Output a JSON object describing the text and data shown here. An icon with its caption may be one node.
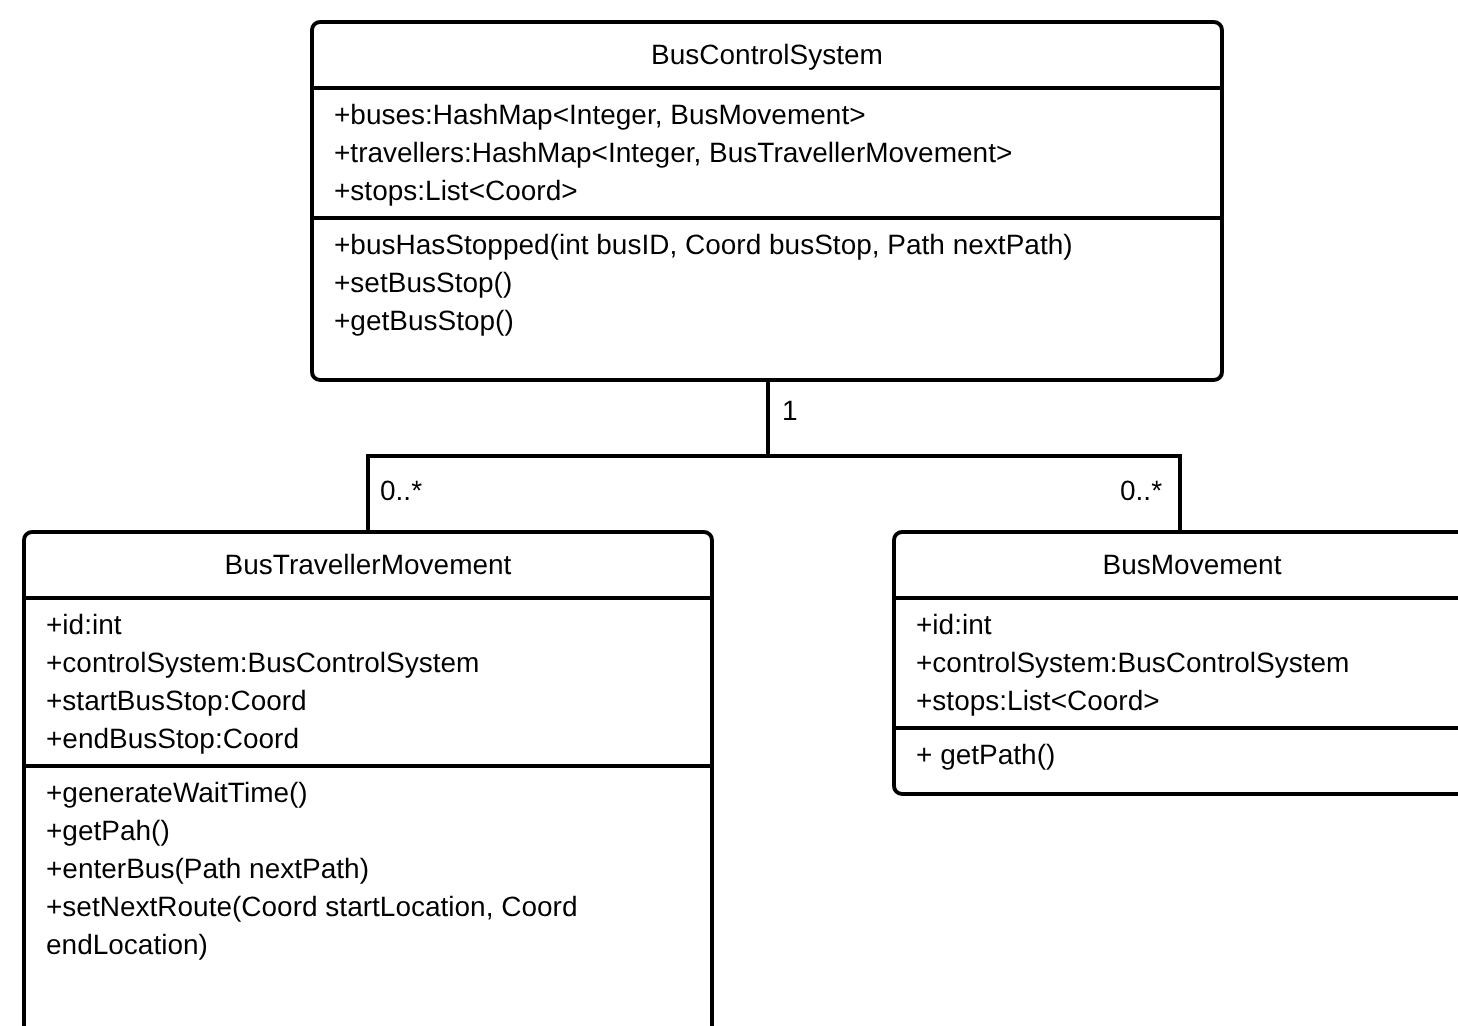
{
  "diagram": {
    "nodes": [
      {
        "text": [
          "BusControlSystem"
        ]
      },
      {
        "text": [
          "+buses:HashMap<Integer, BusMovement>",
          "+travellers:HashMap<Integer, BusTravellerMovement>",
          "+stops:List<Coord>"
        ],
        "in": 0
      },
      {
        "text": [
          "+busHasStopped(int busID, Coord busStop, Path nextPath)",
          "+setBusStop()",
          "+getBusStop()"
        ],
        "in": 0
      },
      {
        "text": [
          "BusTravellerMovement"
        ]
      },
      {
        "text": [
          "+id:int",
          "+controlSystem:BusControlSystem",
          "+startBusStop:Coord",
          "+endBusStop:Coord"
        ],
        "in": 3
      },
      {
        "text": [
          "+generateWaitTime()",
          "+getPah()",
          "+enterBus(Path nextPath)",
          "+setNextRoute(Coord startLocation, Coord endLocation)"
        ],
        "in": 3
      },
      {
        "text": [
          "BusMovement"
        ]
      },
      {
        "text": [
          "+id:int",
          "+controlSystem:BusControlSystem",
          "+stops:List<Coord>"
        ],
        "in": 6
      },
      {
        "text": [
          "+ getPath()"
        ],
        "in": 6
      }
    ],
    "edges": [
      {
        "from": 0,
        "to": 3,
        "arrow": "none"
      },
      {
        "from": 0,
        "to": 6,
        "arrow": "none"
      }
    ],
    "labels": [
      "1",
      "0..*",
      "0..*"
    ]
  }
}
